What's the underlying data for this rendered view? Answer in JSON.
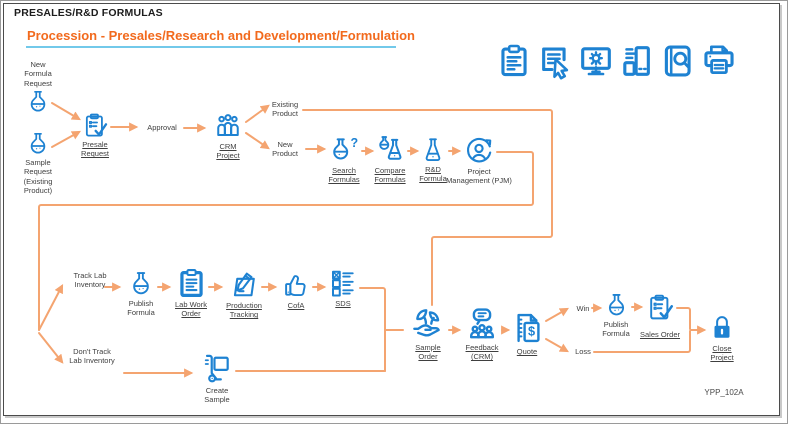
{
  "header": {
    "breadcrumb": "PRESALES/R&D FORMULAS",
    "title": "Procession - Presales/Research and Development/Formulation"
  },
  "footer": {
    "code": "YPP_102A"
  },
  "colors": {
    "icon_blue": "#1e82d2",
    "arrow_orange": "#f4a470",
    "title_orange": "#f26a1d",
    "title_underline_blue": "#72c9ea"
  },
  "toolbar": {
    "icons": [
      "form-clipboard",
      "document-select",
      "system-monitor-settings",
      "device-reports",
      "record-search",
      "print"
    ]
  },
  "nodes": {
    "new_formula_request": {
      "label": "New\nFormula\nRequest",
      "linked": false
    },
    "sample_request": {
      "label": "Sample\nRequest\n(Existing\nProduct)",
      "linked": false
    },
    "presale_request": {
      "label": "Presale\nRequest",
      "linked": true
    },
    "crm_project": {
      "label": "CRM\nProject",
      "linked": true
    },
    "search_formulas": {
      "label": "Search\nFormulas",
      "linked": true
    },
    "compare_formulas": {
      "label": "Compare\nFormulas",
      "linked": true
    },
    "rd_formula": {
      "label": "R&D\nFormula",
      "linked": true
    },
    "project_management": {
      "label": "Project\nManagement (PJM)",
      "linked": false
    },
    "publish_formula_lab": {
      "label": "Publish\nFormula",
      "linked": false
    },
    "lab_work_order": {
      "label": "Lab Work\nOrder",
      "linked": true
    },
    "production_tracking": {
      "label": "Production\nTracking",
      "linked": true
    },
    "cofa": {
      "label": "CofA",
      "linked": true
    },
    "sds": {
      "label": "SDS",
      "linked": true
    },
    "create_sample": {
      "label": "Create\nSample",
      "linked": false
    },
    "sample_order": {
      "label": "Sample\nOrder",
      "linked": true
    },
    "feedback_crm": {
      "label": "Feedback\n(CRM)",
      "linked": true
    },
    "quote": {
      "label": "Quote",
      "linked": true
    },
    "publish_formula_win": {
      "label": "Publish\nFormula",
      "linked": false
    },
    "sales_order": {
      "label": "Sales Order",
      "linked": true
    },
    "close_project": {
      "label": "Close\nProject",
      "linked": true
    }
  },
  "labels": {
    "approval": "Approval",
    "existing_product": "Existing\nProduct",
    "new_product": "New\nProduct",
    "track_lab_inventory": "Track Lab\nInventory",
    "dont_track_lab_inventory": "Don't Track\nLab Inventory",
    "win": "Win",
    "loss": "Loss"
  },
  "flow_edges": [
    "New Formula Request -> Presale Request",
    "Sample Request (Existing Product) -> Presale Request",
    "Presale Request -> Approval -> CRM Project",
    "CRM Project -> Existing Product",
    "CRM Project -> New Product",
    "New Product -> Search Formulas -> Compare Formulas -> R&D Formula -> Project Management (PJM)",
    "Project Management (PJM) -> Track Lab Inventory | Don't Track Lab Inventory",
    "Track Lab Inventory -> Publish Formula -> Lab Work Order -> Production Tracking -> CofA -> SDS -> Sample Order",
    "Don't Track Lab Inventory -> Create Sample -> Sample Order",
    "Existing Product -> Sample Order",
    "Sample Order -> Feedback (CRM) -> Quote",
    "Quote -> Win -> Publish Formula -> Sales Order -> Close Project",
    "Quote -> Loss -> Close Project"
  ]
}
